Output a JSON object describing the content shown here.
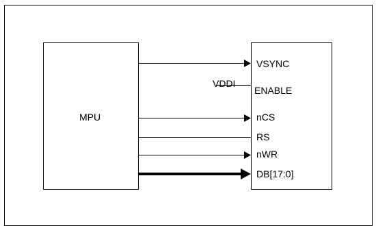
{
  "mpu": {
    "label": "MPU"
  },
  "display": {
    "pins": [
      {
        "id": "vsync",
        "label": "VSYNC",
        "source": "mpu",
        "thick": false
      },
      {
        "id": "enable",
        "label": "ENABLE",
        "source": "vddi",
        "thick": false
      },
      {
        "id": "ncs",
        "label": "nCS",
        "source": "mpu",
        "thick": false
      },
      {
        "id": "rs",
        "label": "RS",
        "source": "mpu",
        "thick": false
      },
      {
        "id": "nwr",
        "label": "nWR",
        "source": "mpu",
        "thick": false
      },
      {
        "id": "db",
        "label": "DB[17:0]",
        "source": "mpu",
        "thick": true
      }
    ]
  },
  "vddi": {
    "label": "VDDI"
  }
}
